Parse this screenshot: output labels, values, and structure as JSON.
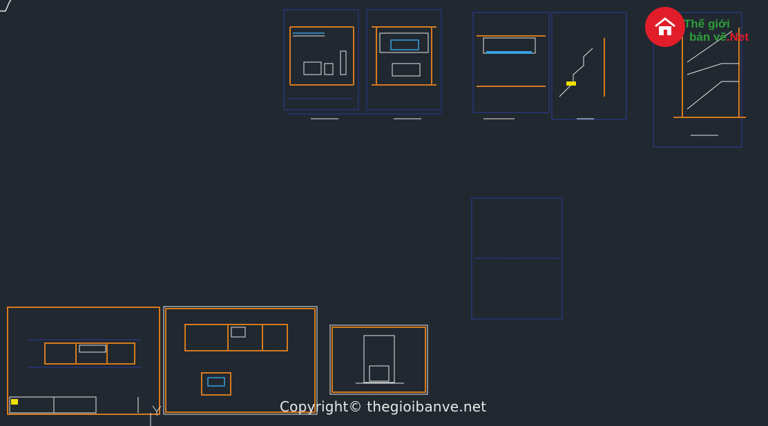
{
  "watermark": {
    "text": "Copyright© thegioibanve.net"
  },
  "logo": {
    "line1": "Thế giới",
    "line2": "bản vẽ",
    "net": ".Net",
    "colors": {
      "circle": "#e11d2a",
      "text": "#2f9e3a"
    }
  },
  "colors": {
    "background": "#212830",
    "frame_blue": "#2b3b9c",
    "wall_orange": "#d77a1d",
    "line_white": "#e8e8e8",
    "sheet_border": "#e8e8e8",
    "ucs_white": "#e8e8e8"
  },
  "ucs_label": "Y"
}
